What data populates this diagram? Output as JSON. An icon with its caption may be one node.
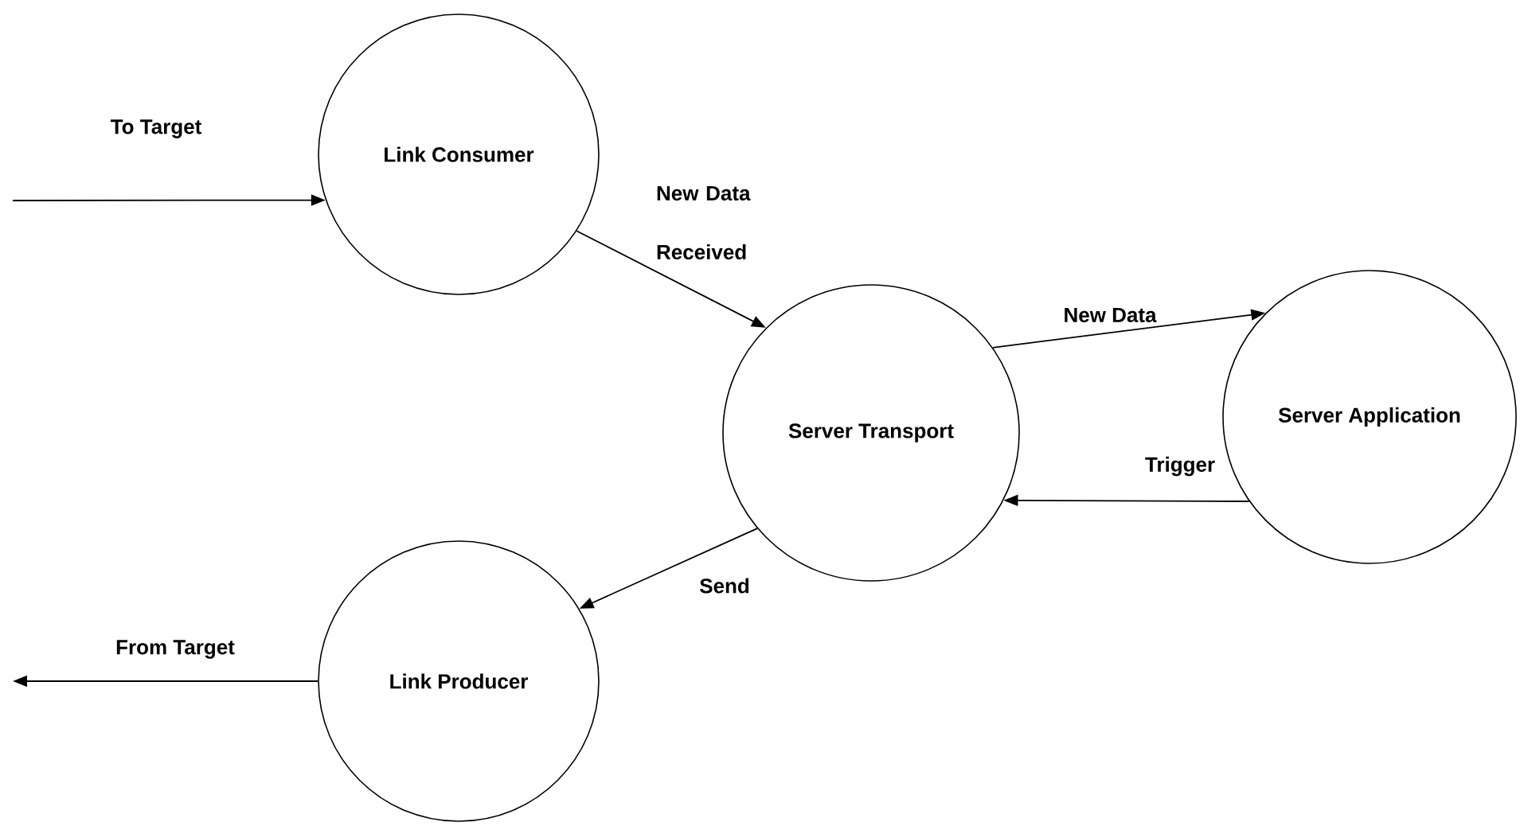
{
  "diagram": {
    "nodes": [
      {
        "text": [
          "Link Consumer"
        ]
      },
      {
        "text": [
          "Server Transport"
        ]
      },
      {
        "text": [
          "Server Application"
        ]
      },
      {
        "text": [
          "Link Producer"
        ]
      }
    ],
    "edges": [
      {
        "from": null,
        "to": 0,
        "arrow": "to",
        "label": "To Target"
      },
      {
        "from": 0,
        "to": 1,
        "arrow": "to",
        "label": "New Data Received"
      },
      {
        "from": 1,
        "to": 2,
        "arrow": "to",
        "label": "New Data"
      },
      {
        "from": 2,
        "to": 1,
        "arrow": "to",
        "label": "Trigger"
      },
      {
        "from": 1,
        "to": 3,
        "arrow": "to",
        "label": "Send"
      },
      {
        "from": 3,
        "to": null,
        "arrow": "to",
        "label": "From Target"
      }
    ]
  }
}
